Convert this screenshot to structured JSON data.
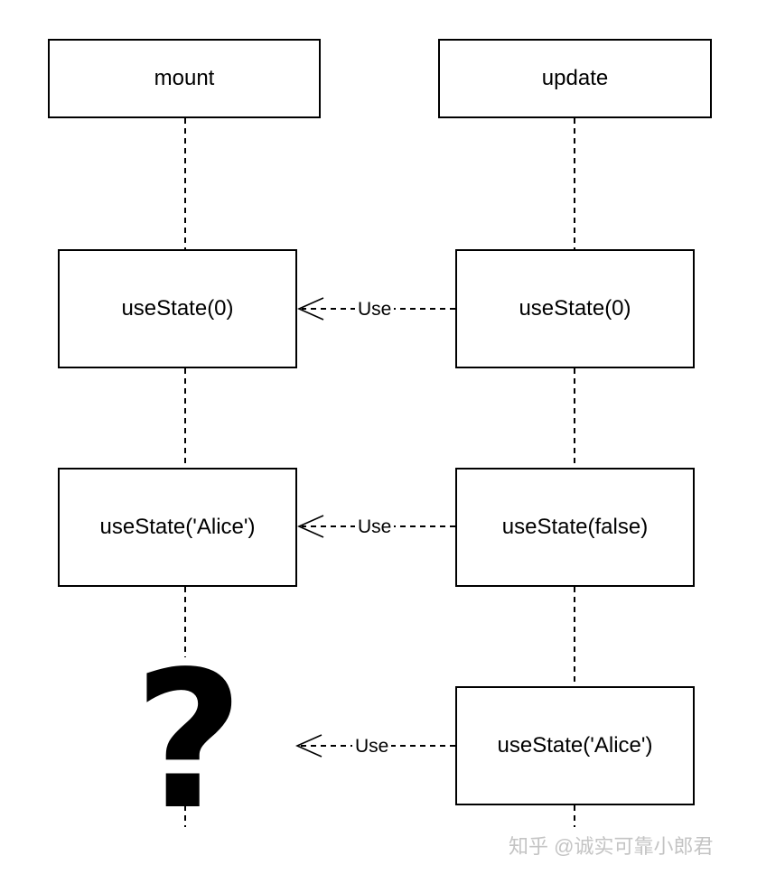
{
  "lanes": {
    "left": {
      "header": "mount"
    },
    "right": {
      "header": "update"
    }
  },
  "mount_calls": [
    "useState(0)",
    "useState('Alice')"
  ],
  "update_calls": [
    "useState(0)",
    "useState(false)",
    "useState('Alice')"
  ],
  "arrows": [
    {
      "label": "Use"
    },
    {
      "label": "Use"
    },
    {
      "label": "Use"
    }
  ],
  "unknown_marker": "?",
  "watermark": "知乎 @诚实可靠小郎君"
}
